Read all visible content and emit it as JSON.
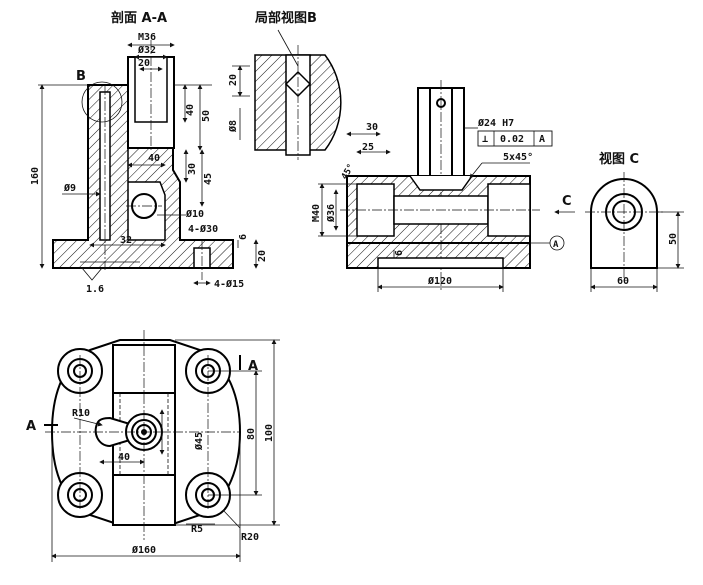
{
  "titles": {
    "section_aa": "剖面 A-A",
    "partial_b": "局部视图B",
    "view_c": "视图 C"
  },
  "section_aa": {
    "d_m36": "M36",
    "d_32": "Ø32",
    "d_20": "20",
    "d_40a": "40",
    "d_50": "50",
    "d_40b": "40",
    "d_30": "30",
    "d_45": "45",
    "d_160": "160",
    "d_9": "Ø9",
    "d_10": "Ø10",
    "d_4x30": "4-Ø30",
    "d_32b": "32",
    "d_4x15": "4-Ø15",
    "d_6": "6",
    "roughness": "1.6",
    "label_b": "B"
  },
  "partial_b": {
    "d_20": "20",
    "d_8": "Ø8"
  },
  "front": {
    "d_30": "30",
    "d_25": "25",
    "d_45deg": "45°",
    "d_m40": "M40",
    "d_36": "Ø36",
    "d_24h7": "Ø24 H7",
    "tol_symbol": "⊥",
    "tol_value": "0.02",
    "tol_datum": "A",
    "d_5x45": "5x45°",
    "d_6": "6",
    "d_120": "Ø120",
    "datum_a": "A",
    "arrow_c": "C"
  },
  "view_c": {
    "d_50": "50",
    "d_60": "60"
  },
  "top": {
    "label_a_left": "A",
    "label_a_right": "A",
    "d_r10": "R10",
    "d_45": "Ø45",
    "d_40": "40",
    "d_80": "80",
    "d_100": "100",
    "d_r5": "R5",
    "d_r20": "R20",
    "d_160": "Ø160"
  }
}
